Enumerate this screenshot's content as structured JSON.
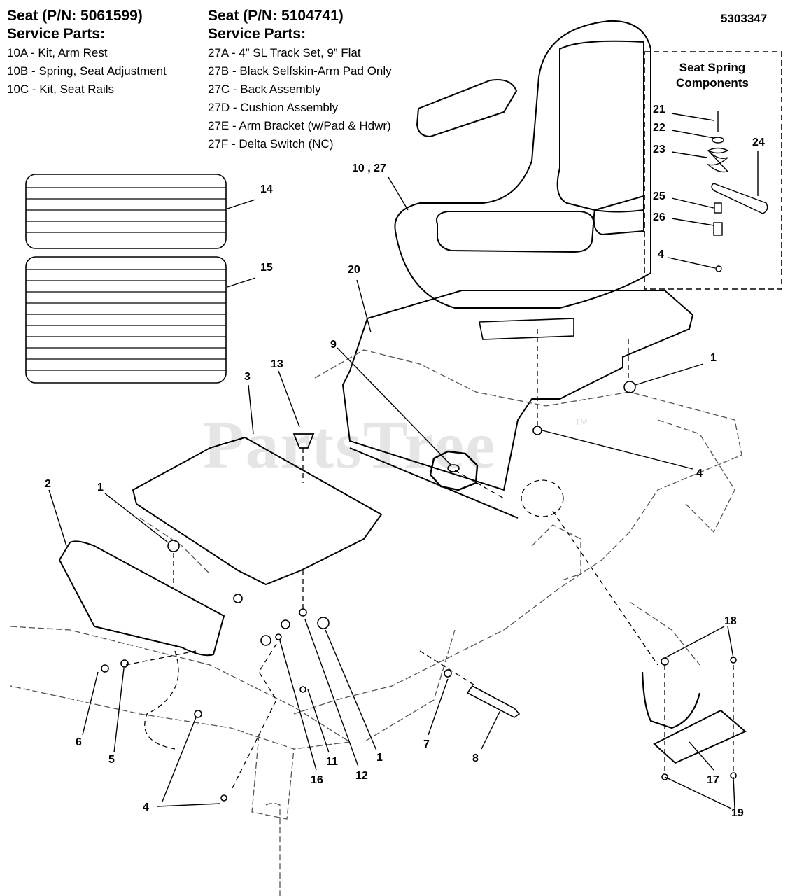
{
  "diagram_number": "5303347",
  "seat_a": {
    "title": "Seat (P/N: 5061599)",
    "subtitle": "Service Parts:",
    "items": [
      "10A - Kit, Arm Rest",
      "10B - Spring, Seat Adjustment",
      "10C - Kit, Seat Rails"
    ]
  },
  "seat_b": {
    "title": "Seat (P/N: 5104741)",
    "subtitle": "Service Parts:",
    "items": [
      "27A - 4” SL Track Set, 9” Flat",
      "27B - Black Selfskin-Arm Pad Only",
      "27C - Back Assembly",
      "27D - Cushion Assembly",
      "27E - Arm Bracket (w/Pad & Hdwr)",
      "27F - Delta Switch (NC)"
    ]
  },
  "spring_box": {
    "title_line1": "Seat Spring",
    "title_line2": "Components"
  },
  "watermark": "PartsTree",
  "watermark_tm": "TM",
  "callouts": {
    "c10_27": "10 , 27",
    "c14": "14",
    "c15": "15",
    "c20": "20",
    "c9": "9",
    "c13": "13",
    "c3": "3",
    "c1_right": "1",
    "c4_mid": "4",
    "c2": "2",
    "c1_left": "1",
    "c21": "21",
    "c22": "22",
    "c23": "23",
    "c24": "24",
    "c25": "25",
    "c26": "26",
    "c4_box": "4",
    "c6": "6",
    "c5": "5",
    "c4_low": "4",
    "c11": "11",
    "c16": "16",
    "c12": "12",
    "c1_low": "1",
    "c7": "7",
    "c8": "8",
    "c18": "18",
    "c17": "17",
    "c19": "19"
  }
}
